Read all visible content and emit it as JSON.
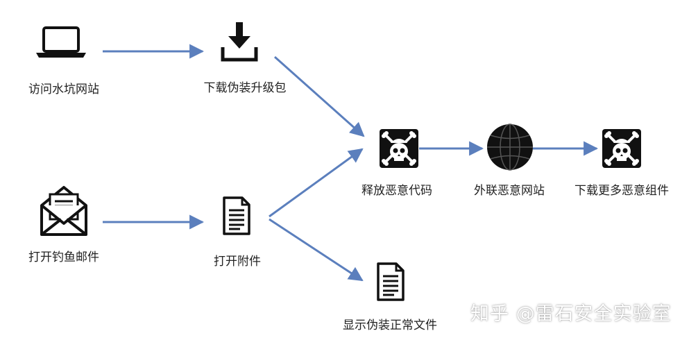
{
  "nodes": {
    "visit": {
      "label": "访问水坑网站",
      "icon": "laptop-icon"
    },
    "download": {
      "label": "下载伪装升级包",
      "icon": "download-icon"
    },
    "phish": {
      "label": "打开钓鱼邮件",
      "icon": "open-envelope-icon"
    },
    "attach": {
      "label": "打开附件",
      "icon": "document-icon"
    },
    "release": {
      "label": "释放恶意代码",
      "icon": "skull-crossbones-icon"
    },
    "connect": {
      "label": "外联恶意网站",
      "icon": "globe-icon"
    },
    "more": {
      "label": "下载更多恶意组件",
      "icon": "skull-crossbones-icon"
    },
    "show": {
      "label": "显示伪装正常文件",
      "icon": "document-icon"
    }
  },
  "watermark": "知乎 @雷石安全实验室",
  "colors": {
    "arrow": "#5b7fbd",
    "icon": "#111111",
    "text": "#222222"
  }
}
